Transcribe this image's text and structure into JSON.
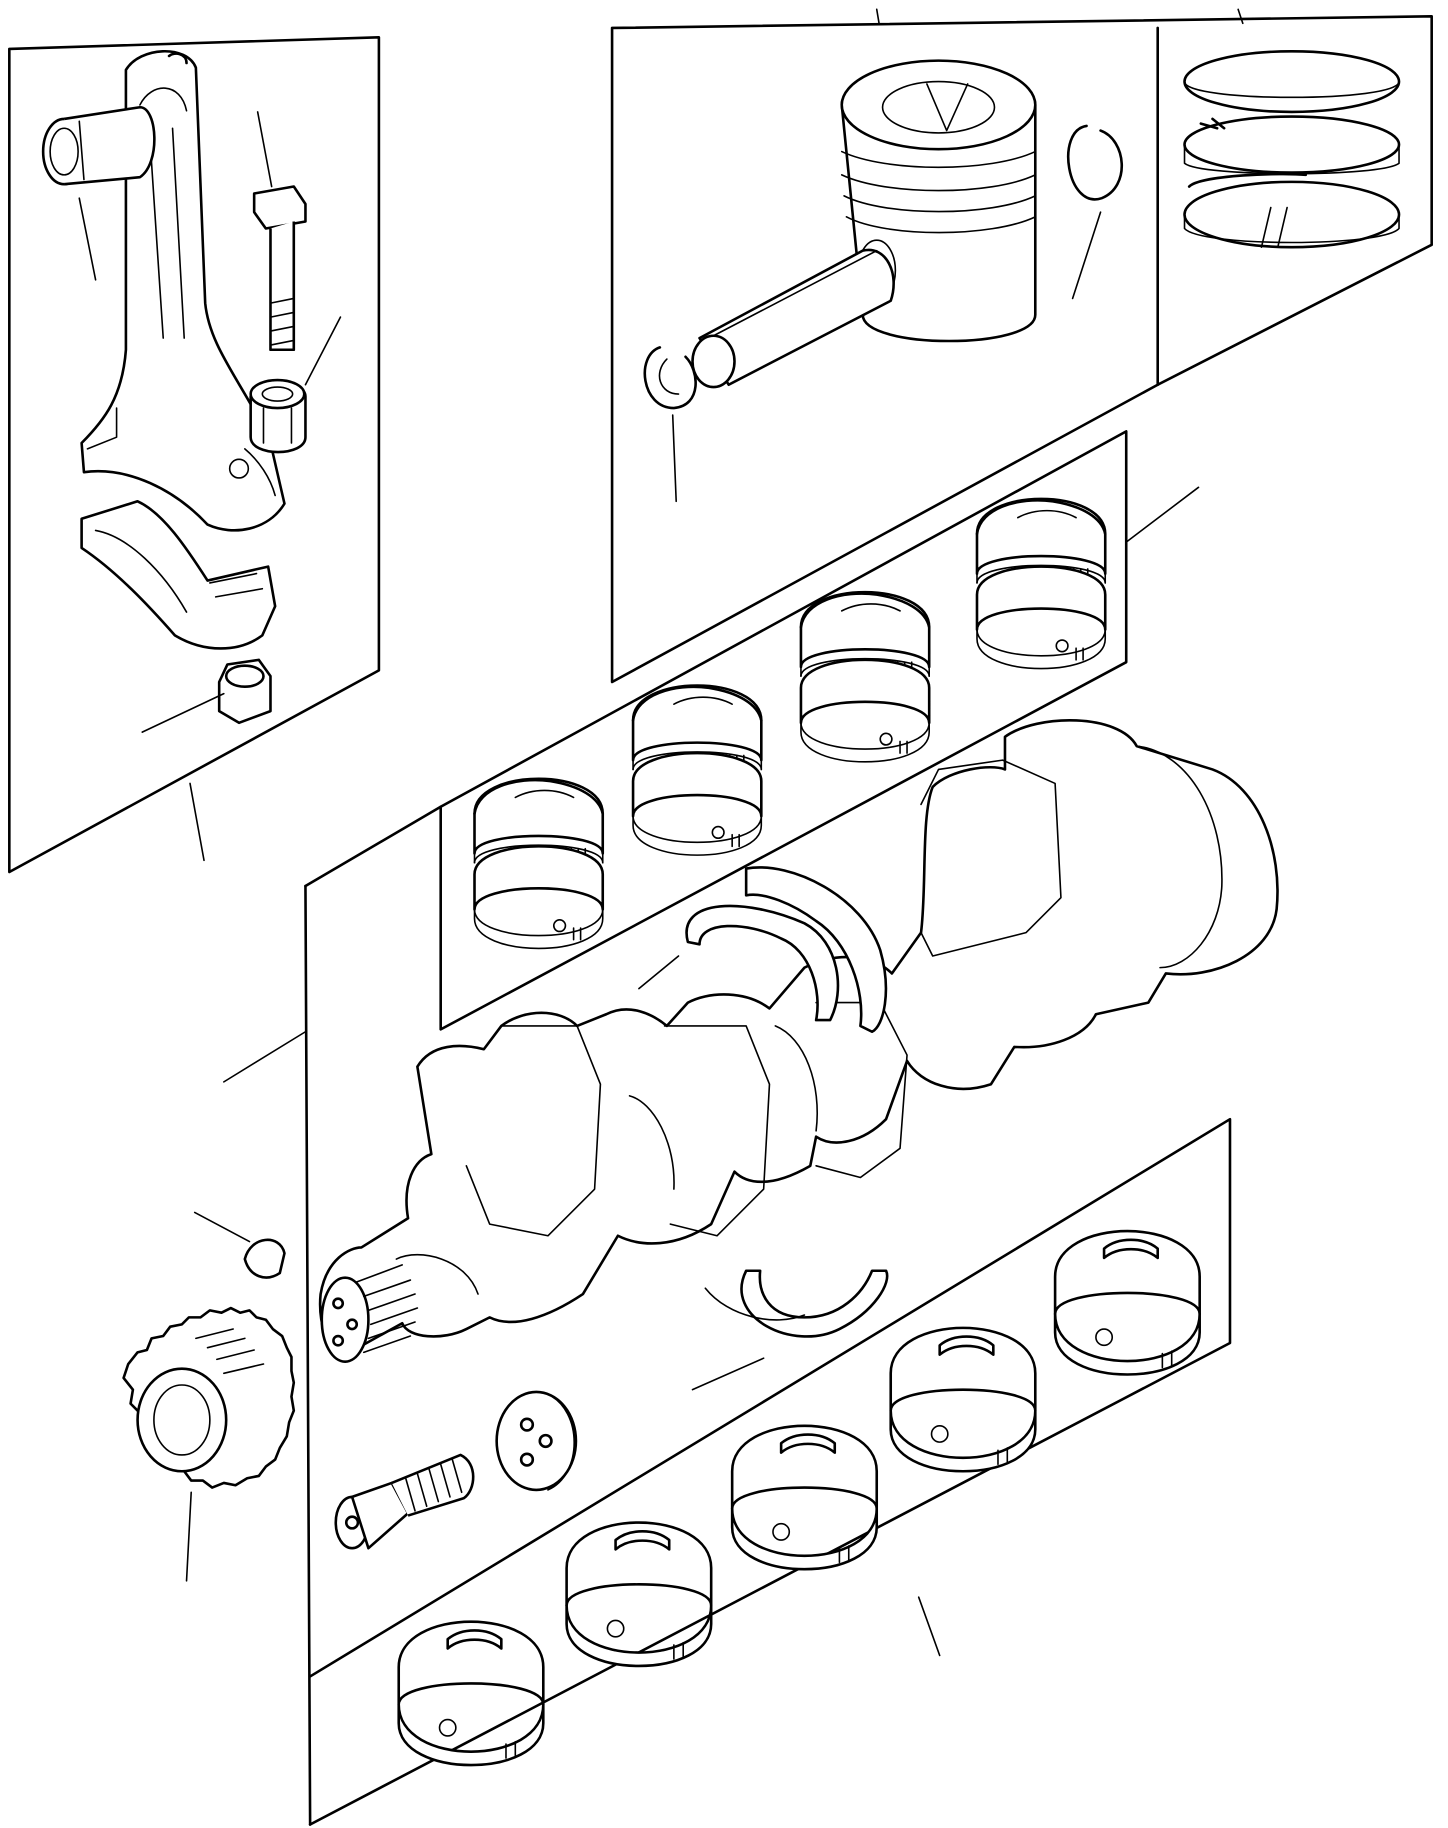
{
  "diagram": {
    "style": "exploded-parts-view",
    "line_color": "#000000",
    "background": "#ffffff",
    "components": [
      "connecting-rod-assembly",
      "piston-assembly",
      "piston-ring-set",
      "connecting-rod-bearing-shells",
      "crankshaft",
      "thrust-washers",
      "woodruff-key",
      "crankshaft-gear",
      "main-bearing-shells",
      "pulley-bolt",
      "washer"
    ],
    "text_labels": []
  }
}
